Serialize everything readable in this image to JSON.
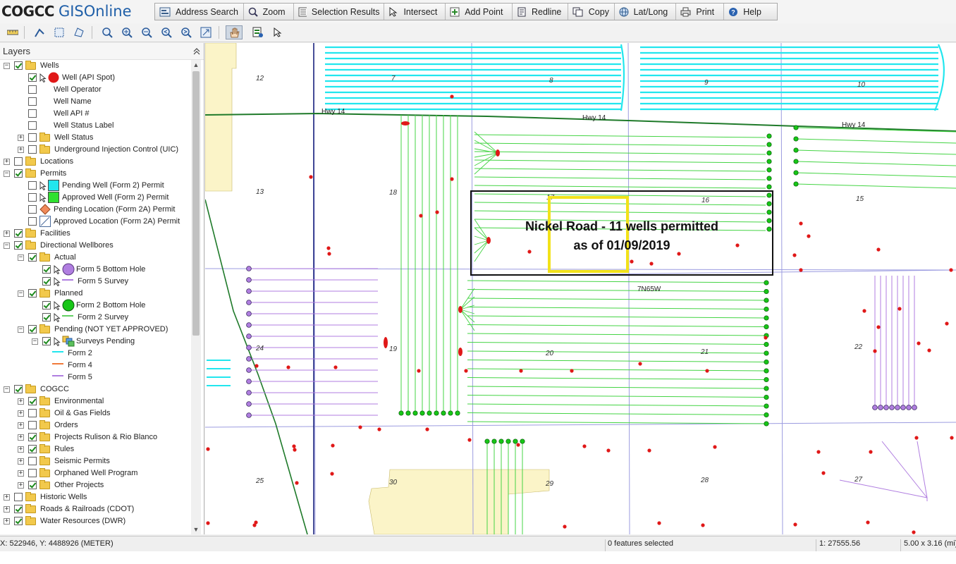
{
  "app": {
    "brand": "COGCC",
    "product": "GISOnline"
  },
  "menu": {
    "address_search": "Address Search",
    "zoom": "Zoom",
    "selection_results": "Selection Results",
    "intersect": "Intersect",
    "add_point": "Add Point",
    "redline": "Redline",
    "copy": "Copy",
    "lat_long": "Lat/Long",
    "print": "Print",
    "help": "Help"
  },
  "layers": {
    "title": "Layers",
    "items": [
      {
        "label": "Wells",
        "level": 0,
        "expander": "minus",
        "checked": true,
        "folder": true
      },
      {
        "label": "Well (API Spot)",
        "level": 1,
        "checked": true,
        "pointer": true,
        "symbol": "red-dot-icon"
      },
      {
        "label": "Well Operator",
        "level": 1,
        "checked": false
      },
      {
        "label": "Well Name",
        "level": 1,
        "checked": false
      },
      {
        "label": "Well API #",
        "level": 1,
        "checked": false
      },
      {
        "label": "Well Status Label",
        "level": 1,
        "checked": false
      },
      {
        "label": "Well Status",
        "level": 1,
        "expander": "plus",
        "checked": false,
        "folder": true
      },
      {
        "label": "Underground Injection Control (UIC)",
        "level": 1,
        "expander": "plus",
        "checked": false,
        "folder": true
      },
      {
        "label": "Locations",
        "level": 0,
        "expander": "plus",
        "checked": false,
        "folder": true
      },
      {
        "label": "Permits",
        "level": 0,
        "expander": "minus",
        "checked": true,
        "folder": true
      },
      {
        "label": "Pending Well (Form 2) Permit",
        "level": 1,
        "checked": false,
        "pointer": true,
        "symbol": "cyan-square-icon"
      },
      {
        "label": "Approved Well (Form 2) Permit",
        "level": 1,
        "checked": false,
        "pointer": true,
        "symbol": "green-square-icon"
      },
      {
        "label": "Pending Location (Form 2A) Permit",
        "level": 1,
        "checked": false,
        "symbol": "orange-diamond-icon"
      },
      {
        "label": "Approved Location (Form 2A) Permit",
        "level": 1,
        "checked": false,
        "symbol": "hatched-square-icon"
      },
      {
        "label": "Facilities",
        "level": 0,
        "expander": "plus",
        "checked": true,
        "folder": true
      },
      {
        "label": "Directional Wellbores",
        "level": 0,
        "expander": "minus",
        "checked": true,
        "folder": true
      },
      {
        "label": "Actual",
        "level": 1,
        "expander": "minus",
        "checked": true,
        "folder": true
      },
      {
        "label": "Form 5 Bottom Hole",
        "level": 2,
        "checked": true,
        "pointer": true,
        "symbol": "purple-dot-icon"
      },
      {
        "label": "Form 5 Survey",
        "level": 2,
        "checked": true,
        "pointer": true,
        "symbol": "purple-line-icon"
      },
      {
        "label": "Planned",
        "level": 1,
        "expander": "minus",
        "checked": true,
        "folder": true
      },
      {
        "label": "Form 2 Bottom Hole",
        "level": 2,
        "checked": true,
        "pointer": true,
        "symbol": "green-dot-icon"
      },
      {
        "label": "Form 2 Survey",
        "level": 2,
        "checked": true,
        "pointer": true,
        "symbol": "green-line-icon"
      },
      {
        "label": "Pending (NOT YET APPROVED)",
        "level": 1,
        "expander": "minus",
        "checked": true,
        "folder": true
      },
      {
        "label": "Surveys Pending",
        "level": 2,
        "expander": "minus",
        "checked": true,
        "pointer": true,
        "symbol": "layers-group-icon"
      },
      {
        "label": "Form 2",
        "level": 3,
        "symbol": "cyan-line-icon"
      },
      {
        "label": "Form 4",
        "level": 3,
        "symbol": "orange-line-icon"
      },
      {
        "label": "Form 5",
        "level": 3,
        "symbol": "purple-line-icon"
      },
      {
        "label": "COGCC",
        "level": 0,
        "expander": "minus",
        "checked": true,
        "folder": true
      },
      {
        "label": "Environmental",
        "level": 1,
        "expander": "plus",
        "checked": true,
        "folder": true
      },
      {
        "label": "Oil & Gas Fields",
        "level": 1,
        "expander": "plus",
        "checked": false,
        "folder": true
      },
      {
        "label": "Orders",
        "level": 1,
        "expander": "plus",
        "checked": false,
        "folder": true
      },
      {
        "label": "Projects Rulison & Rio Blanco",
        "level": 1,
        "expander": "plus",
        "checked": true,
        "folder": true
      },
      {
        "label": "Rules",
        "level": 1,
        "expander": "plus",
        "checked": true,
        "folder": true
      },
      {
        "label": "Seismic Permits",
        "level": 1,
        "expander": "plus",
        "checked": false,
        "folder": true
      },
      {
        "label": "Orphaned Well Program",
        "level": 1,
        "expander": "plus",
        "checked": false,
        "folder": true
      },
      {
        "label": "Other Projects",
        "level": 1,
        "expander": "plus",
        "checked": true,
        "folder": true
      },
      {
        "label": "Historic Wells",
        "level": 0,
        "expander": "plus",
        "checked": false,
        "folder": true
      },
      {
        "label": "Roads & Railroads (CDOT)",
        "level": 0,
        "expander": "plus",
        "checked": true,
        "folder": true
      },
      {
        "label": "Water Resources (DWR)",
        "level": 0,
        "expander": "plus",
        "checked": true,
        "folder": true
      }
    ]
  },
  "map": {
    "annotation": {
      "line1": "Nickel Road - 11 wells  permitted",
      "line2": "as of  01/09/2019"
    },
    "road_labels": [
      "Hwy 14",
      "Hwy 14",
      "Hwy 14"
    ],
    "township_label": "7N65W",
    "sections": [
      "12",
      "7",
      "8",
      "9",
      "10",
      "13",
      "18",
      "17",
      "16",
      "15",
      "24",
      "19",
      "20",
      "21",
      "22",
      "25",
      "30",
      "29",
      "28",
      "27"
    ],
    "colors": {
      "planned_survey": "#44d444",
      "pending_form2": "#22e6ee",
      "actual_survey": "#b07ee0",
      "well_spot": "#e01818",
      "highway": "#1f7a2a",
      "section_line": "#9c9ce0",
      "county_line": "#1a237e",
      "city_limits": "#fbf4c8"
    }
  },
  "status": {
    "coords": "X: 522946, Y: 4488926 (METER)",
    "features": "0 features selected",
    "scale": "1: 27555.56",
    "extent": "5.00 x 3.16 (mi)"
  }
}
